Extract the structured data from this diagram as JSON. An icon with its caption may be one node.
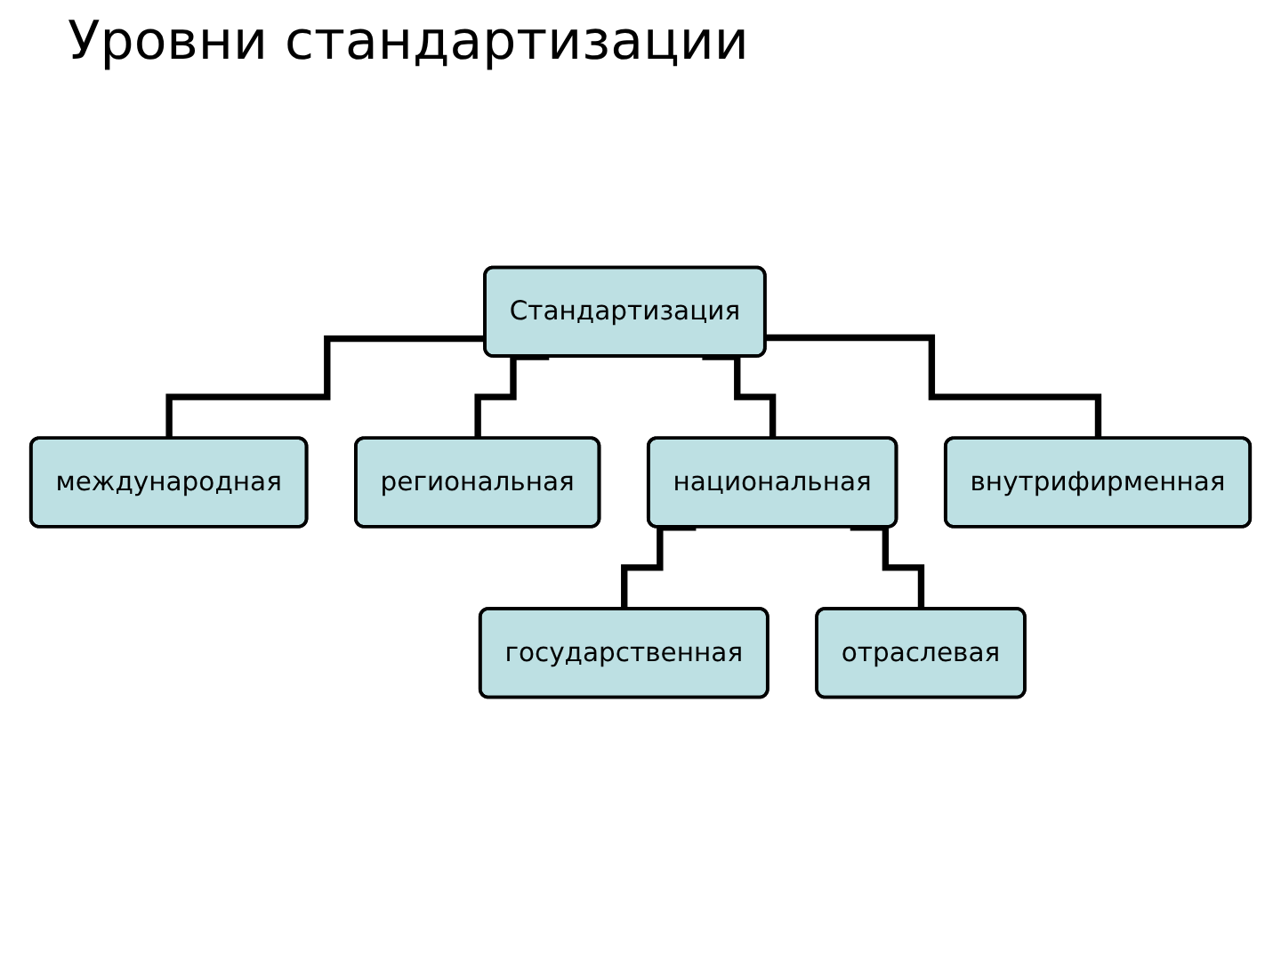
{
  "diagram": {
    "title": "Уровни стандартизации",
    "nodes": [
      {
        "text": [
          "Стандартизация"
        ]
      },
      {
        "text": [
          "международная"
        ]
      },
      {
        "text": [
          "региональная"
        ]
      },
      {
        "text": [
          "национальная"
        ]
      },
      {
        "text": [
          "внутрифирменная"
        ]
      },
      {
        "text": [
          "государственная"
        ]
      },
      {
        "text": [
          "отраслевая"
        ]
      }
    ],
    "edges": [
      {
        "from": 0,
        "to": 1,
        "arrow": "none"
      },
      {
        "from": 0,
        "to": 2,
        "arrow": "none"
      },
      {
        "from": 0,
        "to": 3,
        "arrow": "none"
      },
      {
        "from": 0,
        "to": 4,
        "arrow": "none"
      },
      {
        "from": 3,
        "to": 5,
        "arrow": "none"
      },
      {
        "from": 3,
        "to": 6,
        "arrow": "none"
      }
    ]
  }
}
